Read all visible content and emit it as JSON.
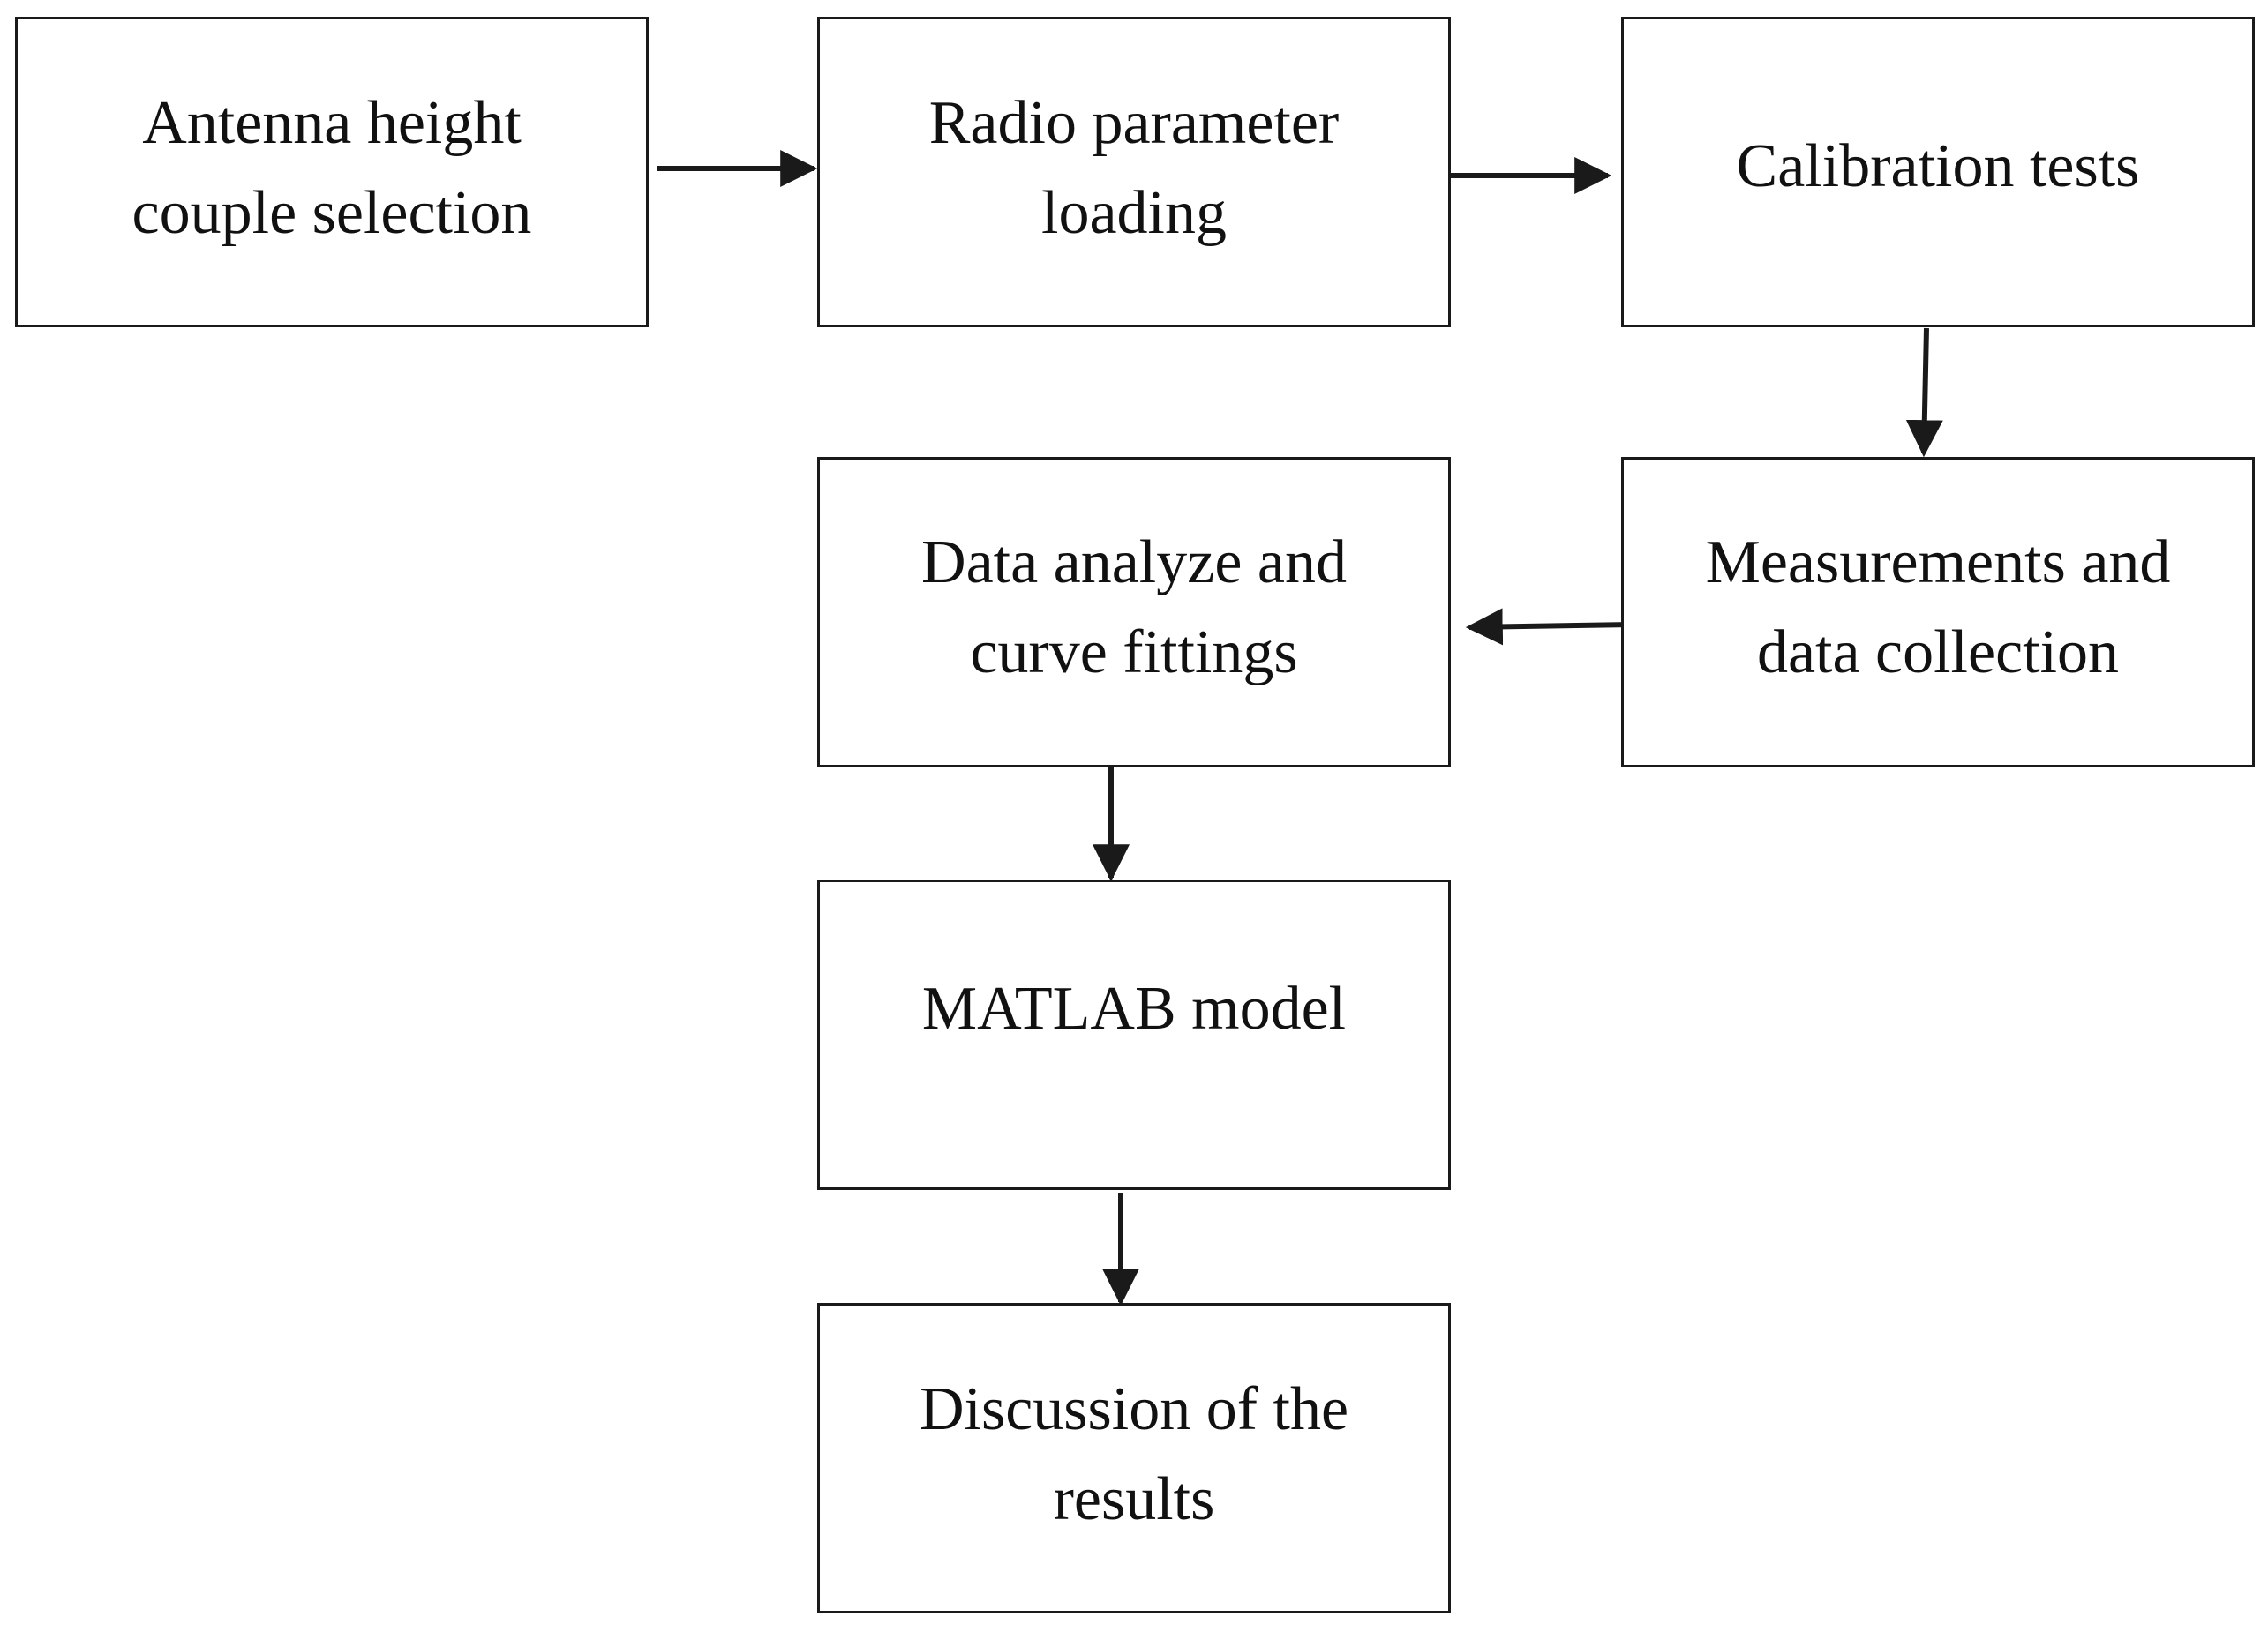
{
  "diagram": {
    "steps": [
      {
        "id": "antenna",
        "lines": [
          "Antenna height",
          "couple selection"
        ]
      },
      {
        "id": "radio",
        "lines": [
          "Radio parameter",
          "loading"
        ]
      },
      {
        "id": "calibration",
        "lines": [
          "Calibration tests"
        ]
      },
      {
        "id": "measurements",
        "lines": [
          "Measurements and",
          "data collection"
        ]
      },
      {
        "id": "analysis",
        "lines": [
          "Data analyze and",
          "curve fittings"
        ]
      },
      {
        "id": "matlab",
        "lines": [
          "MATLAB model"
        ]
      },
      {
        "id": "discussion",
        "lines": [
          "Discussion of the",
          "results"
        ]
      }
    ],
    "edges": [
      {
        "from": "antenna",
        "to": "radio"
      },
      {
        "from": "radio",
        "to": "calibration"
      },
      {
        "from": "calibration",
        "to": "measurements"
      },
      {
        "from": "measurements",
        "to": "analysis"
      },
      {
        "from": "analysis",
        "to": "matlab"
      },
      {
        "from": "matlab",
        "to": "discussion"
      }
    ],
    "stroke_color": "#1a1a1a",
    "fill_color": "#ffffff",
    "text_color": "#111111"
  }
}
